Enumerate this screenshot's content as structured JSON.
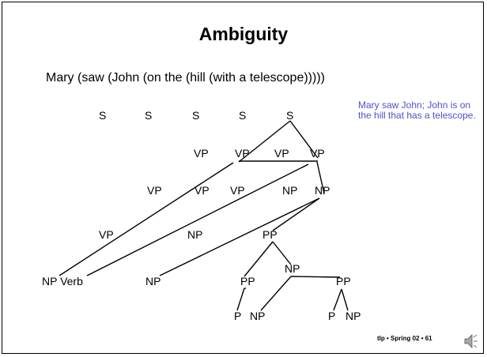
{
  "slide": {
    "title": "Ambiguity",
    "sentence": "Mary (saw (John (on the (hill (with a telescope)))))",
    "note": "Mary saw John; John is on the hill that has a telescope.",
    "footer": "tlp • Spring 02 • 61",
    "accent_color": "#5050c8",
    "icon": "speaker-icon"
  },
  "tree": {
    "labels": [
      "S",
      "S",
      "S",
      "S",
      "S",
      "VP",
      "VP",
      "VP",
      "VP",
      "VP",
      "VP",
      "VP",
      "NP",
      "NP",
      "VP",
      "NP",
      "PP",
      "NP Verb",
      "NP",
      "PP",
      "NP",
      "PP",
      "P",
      "NP",
      "P",
      "NP"
    ]
  }
}
